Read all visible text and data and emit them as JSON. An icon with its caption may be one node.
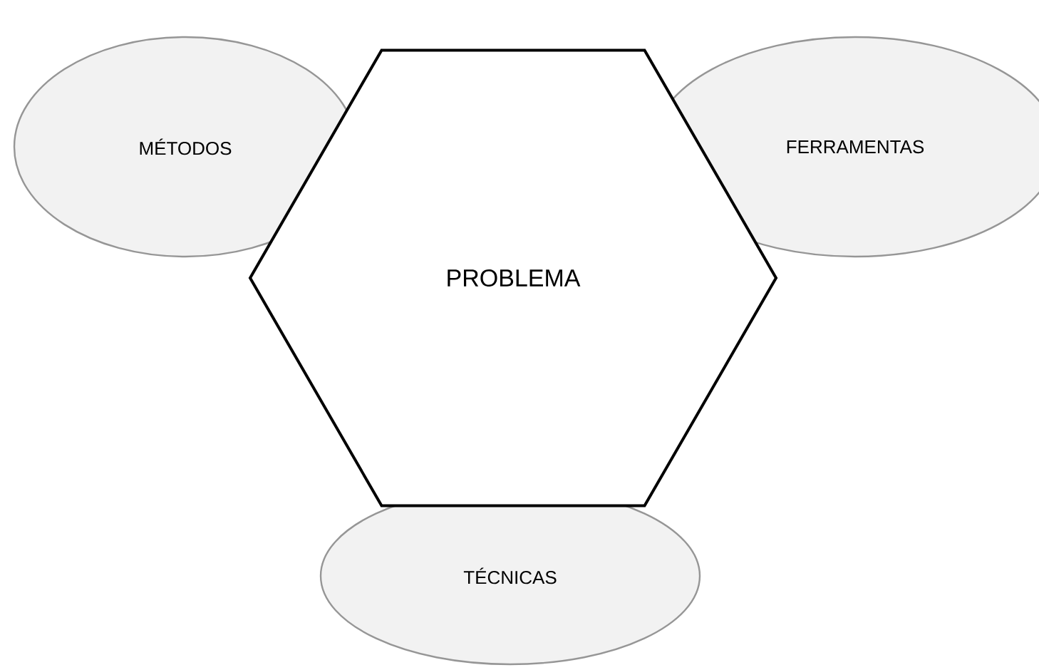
{
  "diagram": {
    "nodes": [
      {
        "text": [
          "MÉTODOS"
        ]
      },
      {
        "text": [
          "FERRAMENTAS"
        ]
      },
      {
        "text": [
          "PROBLEMA"
        ]
      },
      {
        "text": [
          "TÉCNICAS"
        ]
      }
    ]
  }
}
